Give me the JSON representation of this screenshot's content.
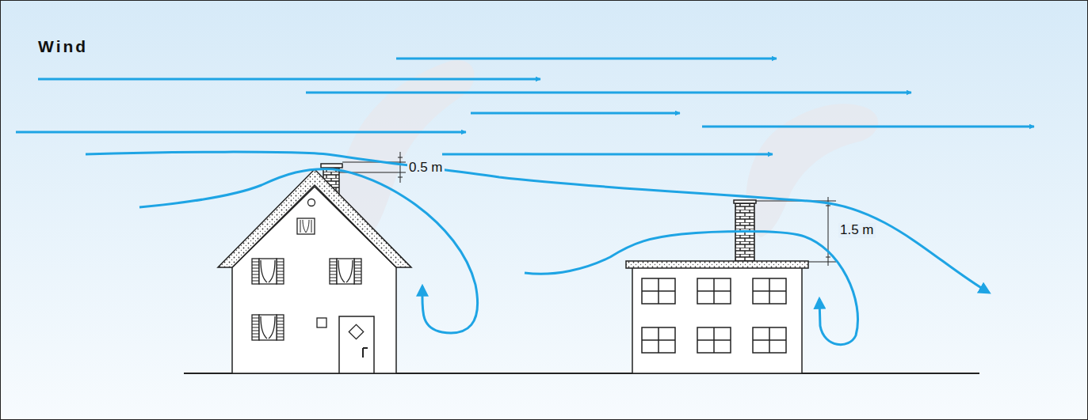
{
  "diagram": {
    "title": "Wind",
    "labels": [
      "0.5 m",
      "1.5 m"
    ]
  }
}
